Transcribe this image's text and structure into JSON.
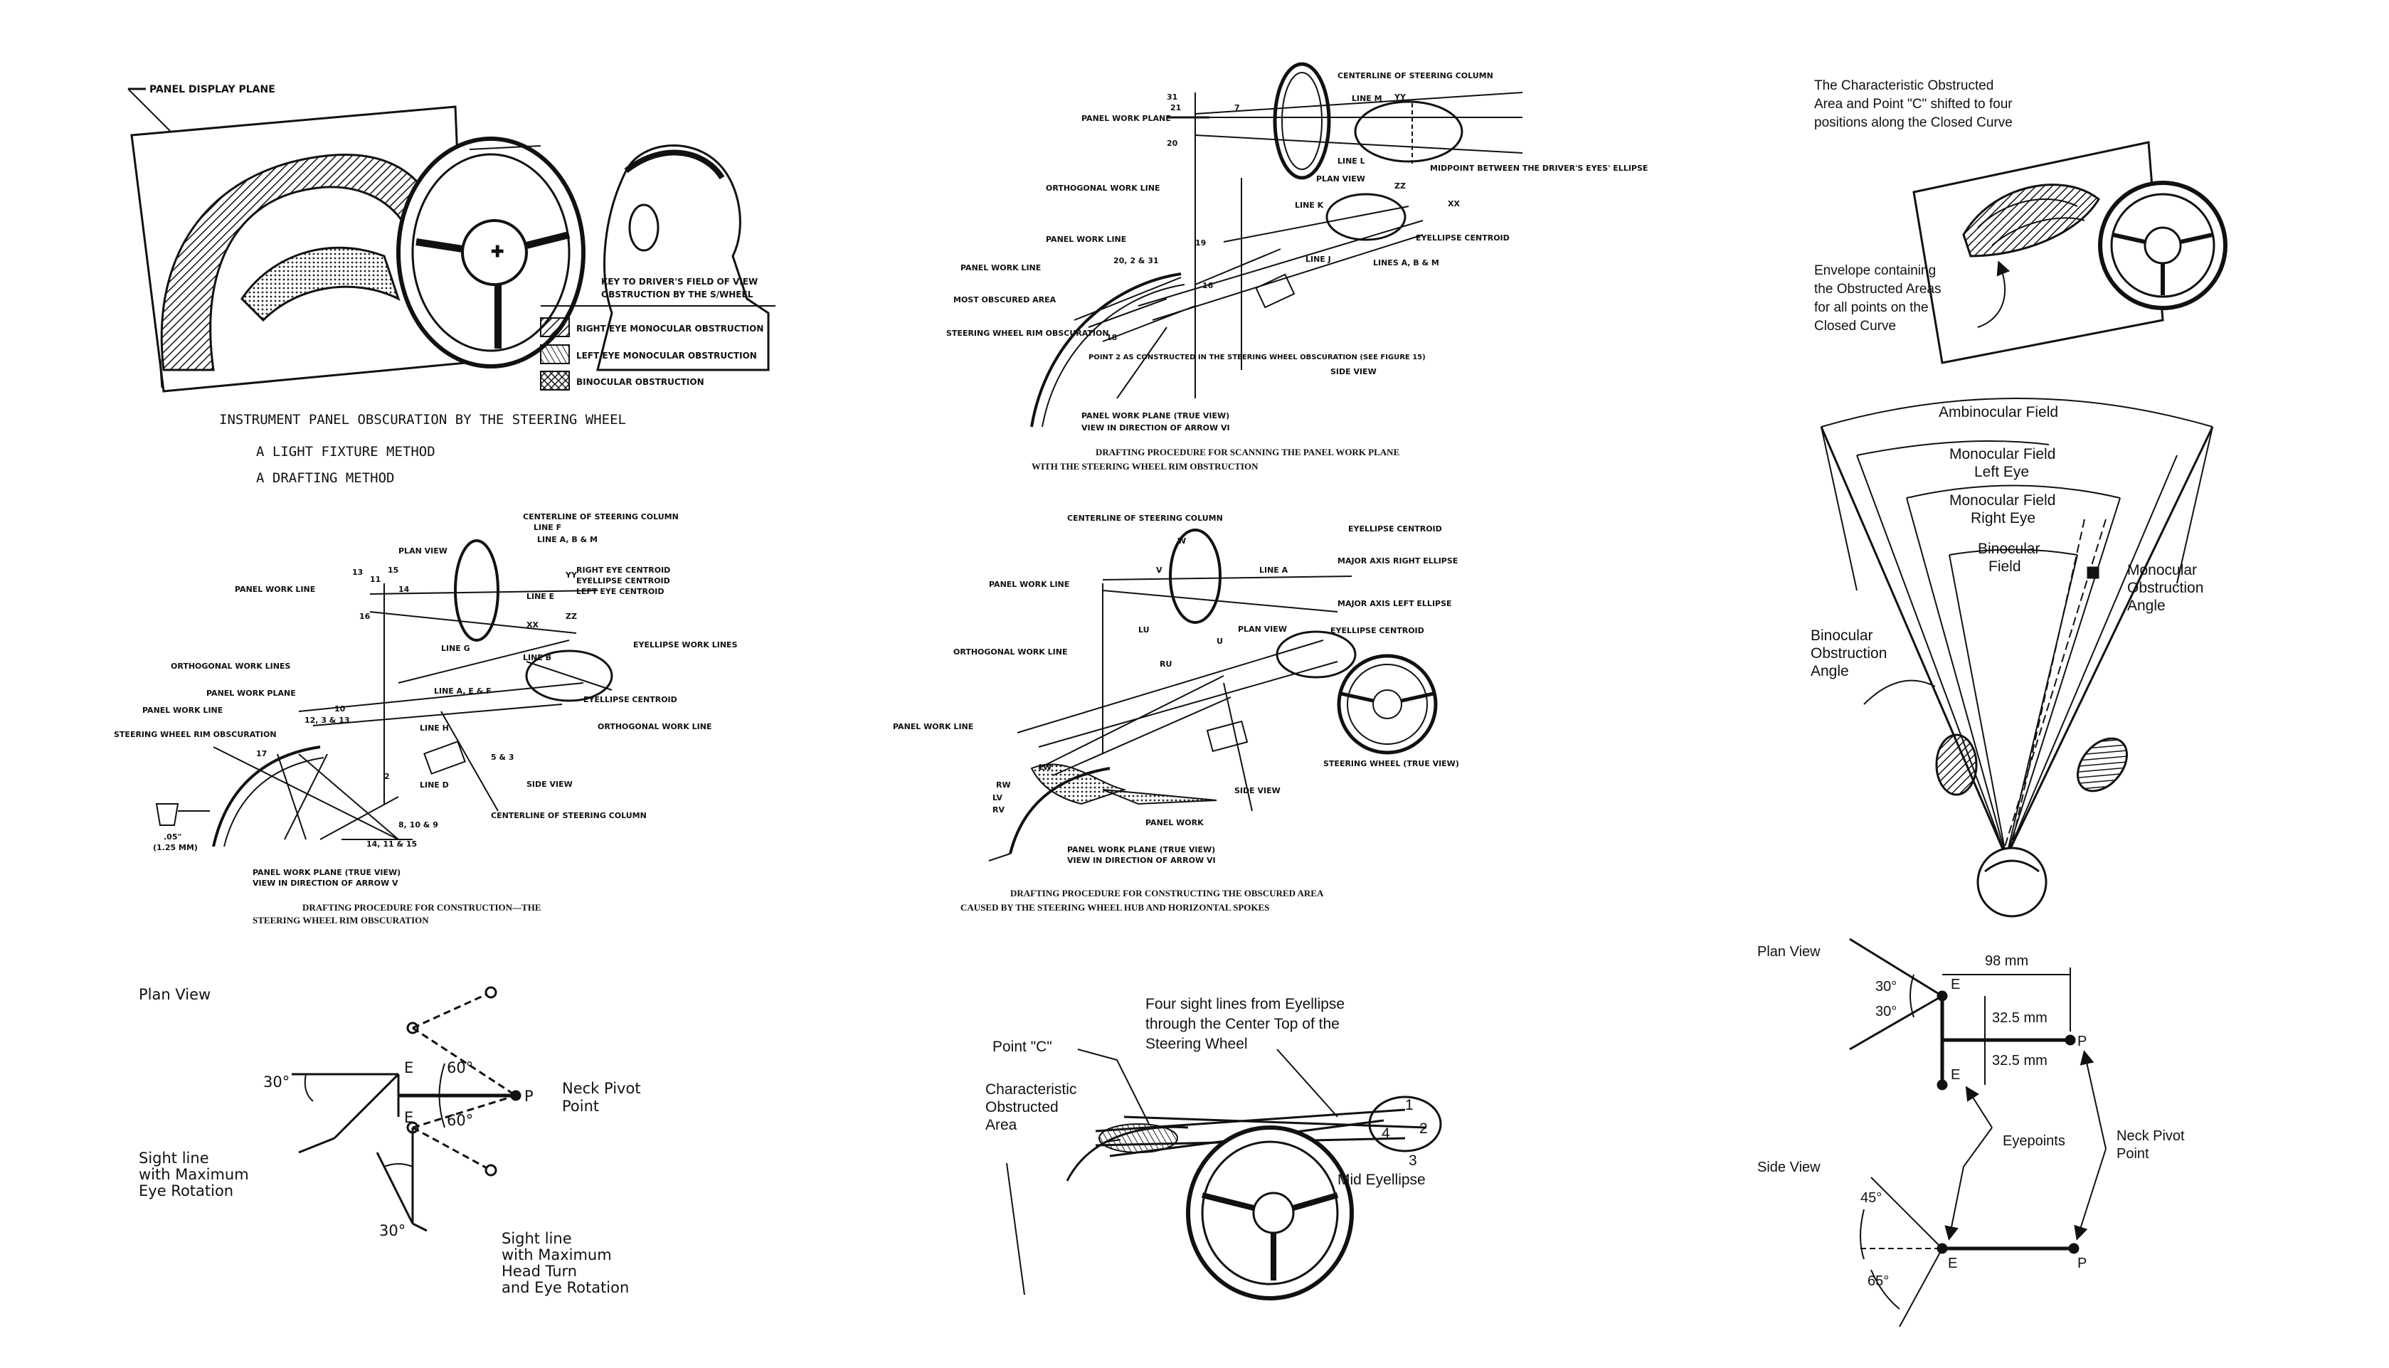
{
  "panel1": {
    "panel_display_plane": "PANEL DISPLAY PLANE",
    "key_title": "KEY TO DRIVER'S FIELD OF VIEW",
    "key_title2": "OBSTRUCTION BY THE S/WHEEL",
    "key_items": [
      "RIGHT EYE MONOCULAR OBSTRUCTION",
      "LEFT EYE MONOCULAR OBSTRUCTION",
      "BINOCULAR OBSTRUCTION"
    ],
    "caption": "INSTRUMENT PANEL OBSCURATION BY THE STEERING WHEEL",
    "methods": [
      "A LIGHT FIXTURE METHOD",
      "A DRAFTING METHOD"
    ]
  },
  "panel2": {
    "centerline": "CENTERLINE OF STEERING COLUMN",
    "line_m": "LINE M",
    "line_l": "LINE L",
    "plan_view": "PLAN VIEW",
    "panel_work_plane": "PANEL WORK PLANE",
    "orthogonal": "ORTHOGONAL WORK LINE",
    "panel_work_line": "PANEL WORK LINE",
    "panel_work_line2": "PANEL WORK LINE",
    "most_obscured": "MOST OBSCURED AREA",
    "steering_rim": "STEERING WHEEL RIM OBSCURATION",
    "point2": "POINT 2 AS CONSTRUCTED IN THE STEERING WHEEL OBSCURATION (SEE FIGURE 15)",
    "midpoint": "MIDPOINT BETWEEN THE DRIVER'S EYES' ELLIPSE",
    "line_k": "LINE K",
    "eyellipse_centroid": "EYELLIPSE CENTROID",
    "line_j": "LINE J",
    "lines_abm": "LINES A, B & M",
    "side_view": "SIDE VIEW",
    "true_view": "PANEL WORK PLANE (TRUE VIEW)",
    "true_view2": "VIEW IN DIRECTION OF ARROW VI",
    "caption1": "DRAFTING PROCEDURE FOR SCANNING THE PANEL WORK PLANE",
    "caption2": "WITH THE STEERING WHEEL RIM OBSTRUCTION",
    "nums": [
      "31",
      "21",
      "20",
      "19",
      "7",
      "16",
      "18",
      "20, 2 & 31",
      "YY",
      "ZZ",
      "XX"
    ]
  },
  "panel3": {
    "title": "The Characteristic Obstructed Area and Point \"C\" shifted to four positions along the Closed Curve",
    "title_lines": [
      "The Characteristic Obstructed",
      "Area and Point \"C\" shifted to four",
      "positions along the Closed Curve"
    ],
    "envelope": [
      "Envelope containing",
      "the Obstructed Areas",
      "for all points on the",
      "Closed Curve"
    ]
  },
  "panel4": {
    "centerline": "CENTERLINE OF STEERING COLUMN",
    "line_f": "LINE F",
    "line_abm": "LINE A, B & M",
    "plan_view": "PLAN VIEW",
    "right_eye": "RIGHT EYE CENTROID",
    "eyellipse_centroid": "EYELLIPSE CENTROID",
    "left_eye": "LEFT EYE CENTROID",
    "panel_work_line": "PANEL WORK LINE",
    "line_e": "LINE E",
    "line_g": "LINE G",
    "line_b": "LINE B",
    "eyellipse_work": "EYELLIPSE WORK LINES",
    "orthogonal": "ORTHOGONAL WORK LINES",
    "panel_work_plane": "PANEL WORK PLANE",
    "panel_work_line2": "PANEL WORK LINE",
    "line_aef": "LINE A, E & F",
    "eyellipse_centroid2": "EYELLIPSE CENTROID",
    "orthogonal_line": "ORTHOGONAL WORK LINE",
    "steering_rim": "STEERING WHEEL RIM OBSCURATION",
    "line_h": "LINE H",
    "line_d": "LINE D",
    "side_view": "SIDE VIEW",
    "centerline2": "CENTERLINE OF STEERING COLUMN",
    "dim": ".05\"",
    "dim2": "(1.25 MM)",
    "true_view": "PANEL WORK PLANE (TRUE VIEW)",
    "true_view2": "VIEW IN DIRECTION OF ARROW V",
    "nums": [
      "13",
      "11",
      "15",
      "16",
      "14",
      "10",
      "12, 3 & 13",
      "17",
      "2",
      "14, 11 & 15",
      "8, 10 & 9",
      "5 & 3",
      "YY",
      "ZZ",
      "XX"
    ],
    "caption1": "DRAFTING PROCEDURE FOR CONSTRUCTION—THE",
    "caption2": "STEERING WHEEL RIM OBSCURATION"
  },
  "panel5": {
    "centerline": "CENTERLINE OF STEERING COLUMN",
    "eyellipse_centroid": "EYELLIPSE CENTROID",
    "panel_work_line": "PANEL WORK LINE",
    "line_a": "LINE A",
    "major_axis": "MAJOR AXIS RIGHT ELLIPSE",
    "major_axis2": "MAJOR AXIS LEFT ELLIPSE",
    "orthogonal": "ORTHOGONAL WORK LINE",
    "plan_view": "PLAN VIEW",
    "eyellipse_centroid2": "EYELLIPSE CENTROID",
    "panel_work_line2": "PANEL WORK LINE",
    "panel_work": "PANEL WORK",
    "side_view": "SIDE VIEW",
    "steering_wheel": "STEERING WHEEL (TRUE VIEW)",
    "true_view": "PANEL WORK PLANE (TRUE VIEW)",
    "true_view2": "VIEW IN DIRECTION OF ARROW VI",
    "labels": [
      "LW",
      "RW",
      "LU",
      "RU",
      "LV",
      "RV",
      "W",
      "U",
      "V"
    ],
    "caption1": "DRAFTING PROCEDURE FOR CONSTRUCTING THE OBSCURED AREA",
    "caption2": "CAUSED BY THE STEERING WHEEL HUB AND HORIZONTAL SPOKES"
  },
  "panel6": {
    "ambinocular": "Ambinocular Field",
    "mono_left": [
      "Monocular Field",
      "Left Eye"
    ],
    "mono_right": [
      "Monocular Field",
      "Right Eye"
    ],
    "bino_field": [
      "Binocular",
      "Field"
    ],
    "mono_obs": [
      "Monocular",
      "Obstruction",
      "Angle"
    ],
    "bino_obs": [
      "Binocular",
      "Obstruction",
      "Angle"
    ]
  },
  "panel7": {
    "plan_view": "Plan View",
    "angle1": "30°",
    "angle2": "60°",
    "angle3": "60°",
    "angle4": "30°",
    "e1": "E",
    "e2": "E",
    "p": "P",
    "neck": [
      "Neck Pivot",
      "Point"
    ],
    "sight1": [
      "Sight line",
      "with Maximum",
      "Eye Rotation"
    ],
    "sight2": [
      "Sight line",
      "with Maximum",
      "Head Turn",
      "and Eye Rotation"
    ]
  },
  "panel8": {
    "four_lines": [
      "Four sight lines from Eyellipse",
      "through the Center Top of the",
      "Steering Wheel"
    ],
    "point_c": "Point \"C\"",
    "char": [
      "Characteristic",
      "Obstructed",
      "Area"
    ],
    "mid": "Mid Eyellipse",
    "n1": "1",
    "n2": "2",
    "n3": "3",
    "n4": "4"
  },
  "panel9": {
    "plan_view": "Plan View",
    "a30a": "30°",
    "a30b": "30°",
    "d98": "98 mm",
    "d325a": "32.5 mm",
    "d325b": "32.5 mm",
    "e1": "E",
    "e2": "E",
    "p1": "P",
    "eyepoints": "Eyepoints",
    "neck": [
      "Neck Pivot",
      "Point"
    ],
    "side_view": "Side View",
    "a45": "45°",
    "a65": "65°",
    "e3": "E",
    "p2": "P"
  },
  "colors": {
    "ink": "#111111",
    "paper": "#ffffff",
    "hatch": "#555555"
  }
}
